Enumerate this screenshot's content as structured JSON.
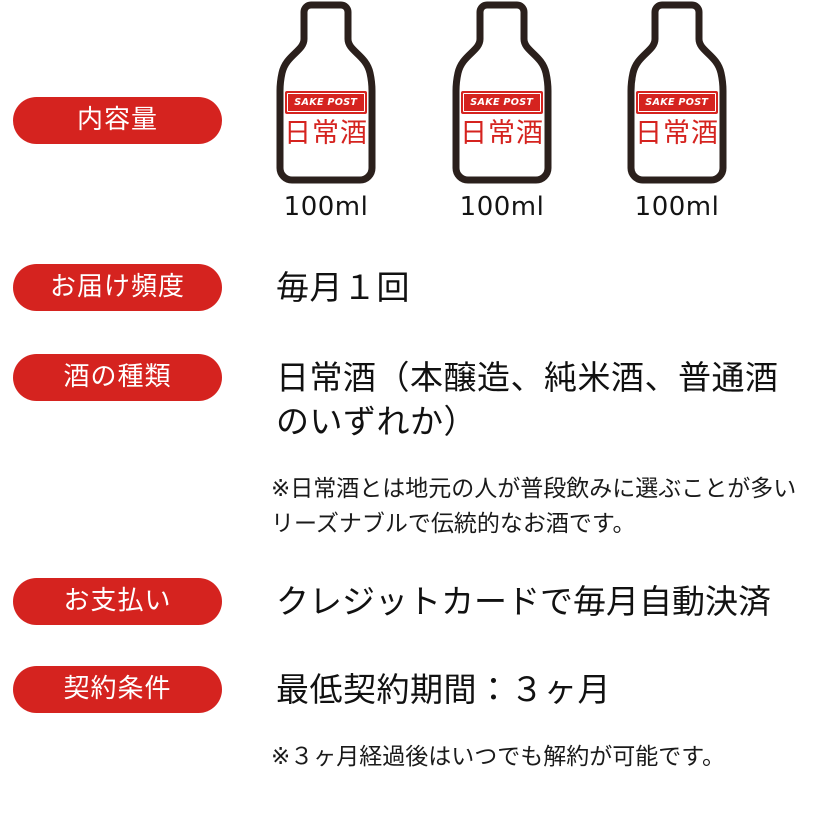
{
  "theme": {
    "brand_red": "#d5231f",
    "bottle_outline": "#2b201c",
    "text_color": "#111111",
    "background": "#ffffff"
  },
  "product": {
    "brand_banner": "SAKE POST",
    "bottle_label": "日常酒"
  },
  "rows": [
    {
      "badge": "内容量",
      "bottles": [
        {
          "volume": "100ml"
        },
        {
          "volume": "100ml"
        },
        {
          "volume": "100ml"
        }
      ]
    },
    {
      "badge": "お届け頻度",
      "value": "毎月１回"
    },
    {
      "badge": "酒の種類",
      "value": "日常酒（本醸造、純米酒、普通酒のいずれか）",
      "note": "※日常酒とは地元の人が普段飲みに選ぶことが多いリーズナブルで伝統的なお酒です。"
    },
    {
      "badge": "お支払い",
      "value": "クレジットカードで毎月自動決済"
    },
    {
      "badge": "契約条件",
      "value": "最低契約期間：３ヶ月",
      "note": "※３ヶ月経過後はいつでも解約が可能です。"
    }
  ]
}
